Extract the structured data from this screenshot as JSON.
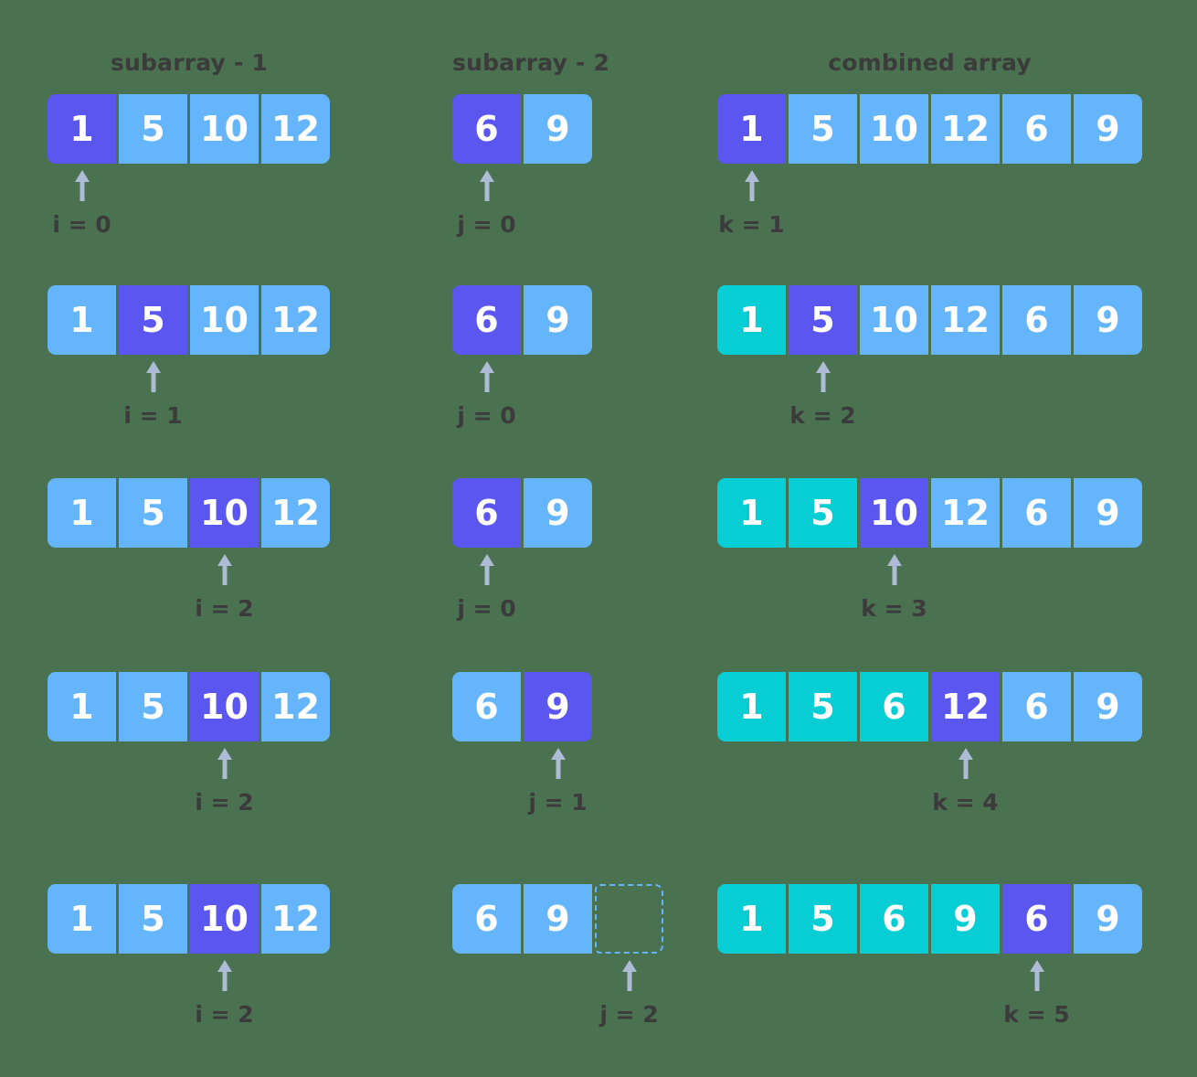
{
  "colors": {
    "plain": "#64b5fb",
    "active": "#5b56f0",
    "done": "#06ced4",
    "arrow": "#aebbd4",
    "label_text": "#3b3b3b",
    "cell_text": "#ffffff",
    "empty_border": "#64b5fb"
  },
  "headers": {
    "subarray_1": "subarray - 1",
    "subarray_2": "subarray - 2",
    "combined": "combined array"
  },
  "steps": [
    {
      "subarray_1": {
        "cells": [
          {
            "value": "1",
            "state": "active"
          },
          {
            "value": "5",
            "state": "plain"
          },
          {
            "value": "10",
            "state": "plain"
          },
          {
            "value": "12",
            "state": "plain"
          }
        ],
        "pointer": {
          "label": "i = 0",
          "index": 0
        }
      },
      "subarray_2": {
        "cells": [
          {
            "value": "6",
            "state": "active"
          },
          {
            "value": "9",
            "state": "plain"
          }
        ],
        "pointer": {
          "label": "j = 0",
          "index": 0
        }
      },
      "combined": {
        "cells": [
          {
            "value": "1",
            "state": "active"
          },
          {
            "value": "5",
            "state": "plain"
          },
          {
            "value": "10",
            "state": "plain"
          },
          {
            "value": "12",
            "state": "plain"
          },
          {
            "value": "6",
            "state": "plain"
          },
          {
            "value": "9",
            "state": "plain"
          }
        ],
        "pointer": {
          "label": "k = 1",
          "index": 0
        }
      }
    },
    {
      "subarray_1": {
        "cells": [
          {
            "value": "1",
            "state": "plain"
          },
          {
            "value": "5",
            "state": "active"
          },
          {
            "value": "10",
            "state": "plain"
          },
          {
            "value": "12",
            "state": "plain"
          }
        ],
        "pointer": {
          "label": "i = 1",
          "index": 1
        }
      },
      "subarray_2": {
        "cells": [
          {
            "value": "6",
            "state": "active"
          },
          {
            "value": "9",
            "state": "plain"
          }
        ],
        "pointer": {
          "label": "j = 0",
          "index": 0
        }
      },
      "combined": {
        "cells": [
          {
            "value": "1",
            "state": "done"
          },
          {
            "value": "5",
            "state": "active"
          },
          {
            "value": "10",
            "state": "plain"
          },
          {
            "value": "12",
            "state": "plain"
          },
          {
            "value": "6",
            "state": "plain"
          },
          {
            "value": "9",
            "state": "plain"
          }
        ],
        "pointer": {
          "label": "k = 2",
          "index": 1
        }
      }
    },
    {
      "subarray_1": {
        "cells": [
          {
            "value": "1",
            "state": "plain"
          },
          {
            "value": "5",
            "state": "plain"
          },
          {
            "value": "10",
            "state": "active"
          },
          {
            "value": "12",
            "state": "plain"
          }
        ],
        "pointer": {
          "label": "i = 2",
          "index": 2
        }
      },
      "subarray_2": {
        "cells": [
          {
            "value": "6",
            "state": "active"
          },
          {
            "value": "9",
            "state": "plain"
          }
        ],
        "pointer": {
          "label": "j = 0",
          "index": 0
        }
      },
      "combined": {
        "cells": [
          {
            "value": "1",
            "state": "done"
          },
          {
            "value": "5",
            "state": "done"
          },
          {
            "value": "10",
            "state": "active"
          },
          {
            "value": "12",
            "state": "plain"
          },
          {
            "value": "6",
            "state": "plain"
          },
          {
            "value": "9",
            "state": "plain"
          }
        ],
        "pointer": {
          "label": "k = 3",
          "index": 2
        }
      }
    },
    {
      "subarray_1": {
        "cells": [
          {
            "value": "1",
            "state": "plain"
          },
          {
            "value": "5",
            "state": "plain"
          },
          {
            "value": "10",
            "state": "active"
          },
          {
            "value": "12",
            "state": "plain"
          }
        ],
        "pointer": {
          "label": "i = 2",
          "index": 2
        }
      },
      "subarray_2": {
        "cells": [
          {
            "value": "6",
            "state": "plain"
          },
          {
            "value": "9",
            "state": "active"
          }
        ],
        "pointer": {
          "label": "j = 1",
          "index": 1
        }
      },
      "combined": {
        "cells": [
          {
            "value": "1",
            "state": "done"
          },
          {
            "value": "5",
            "state": "done"
          },
          {
            "value": "6",
            "state": "done"
          },
          {
            "value": "12",
            "state": "active"
          },
          {
            "value": "6",
            "state": "plain"
          },
          {
            "value": "9",
            "state": "plain"
          }
        ],
        "pointer": {
          "label": "k = 4",
          "index": 3
        }
      }
    },
    {
      "subarray_1": {
        "cells": [
          {
            "value": "1",
            "state": "plain"
          },
          {
            "value": "5",
            "state": "plain"
          },
          {
            "value": "10",
            "state": "active"
          },
          {
            "value": "12",
            "state": "plain"
          }
        ],
        "pointer": {
          "label": "i = 2",
          "index": 2
        }
      },
      "subarray_2": {
        "cells": [
          {
            "value": "6",
            "state": "plain"
          },
          {
            "value": "9",
            "state": "plain"
          },
          {
            "value": "",
            "state": "empty"
          }
        ],
        "pointer": {
          "label": "j = 2",
          "index": 2
        }
      },
      "combined": {
        "cells": [
          {
            "value": "1",
            "state": "done"
          },
          {
            "value": "5",
            "state": "done"
          },
          {
            "value": "6",
            "state": "done"
          },
          {
            "value": "9",
            "state": "done"
          },
          {
            "value": "6",
            "state": "active"
          },
          {
            "value": "9",
            "state": "plain"
          }
        ],
        "pointer": {
          "label": "k = 5",
          "index": 4
        }
      }
    }
  ]
}
